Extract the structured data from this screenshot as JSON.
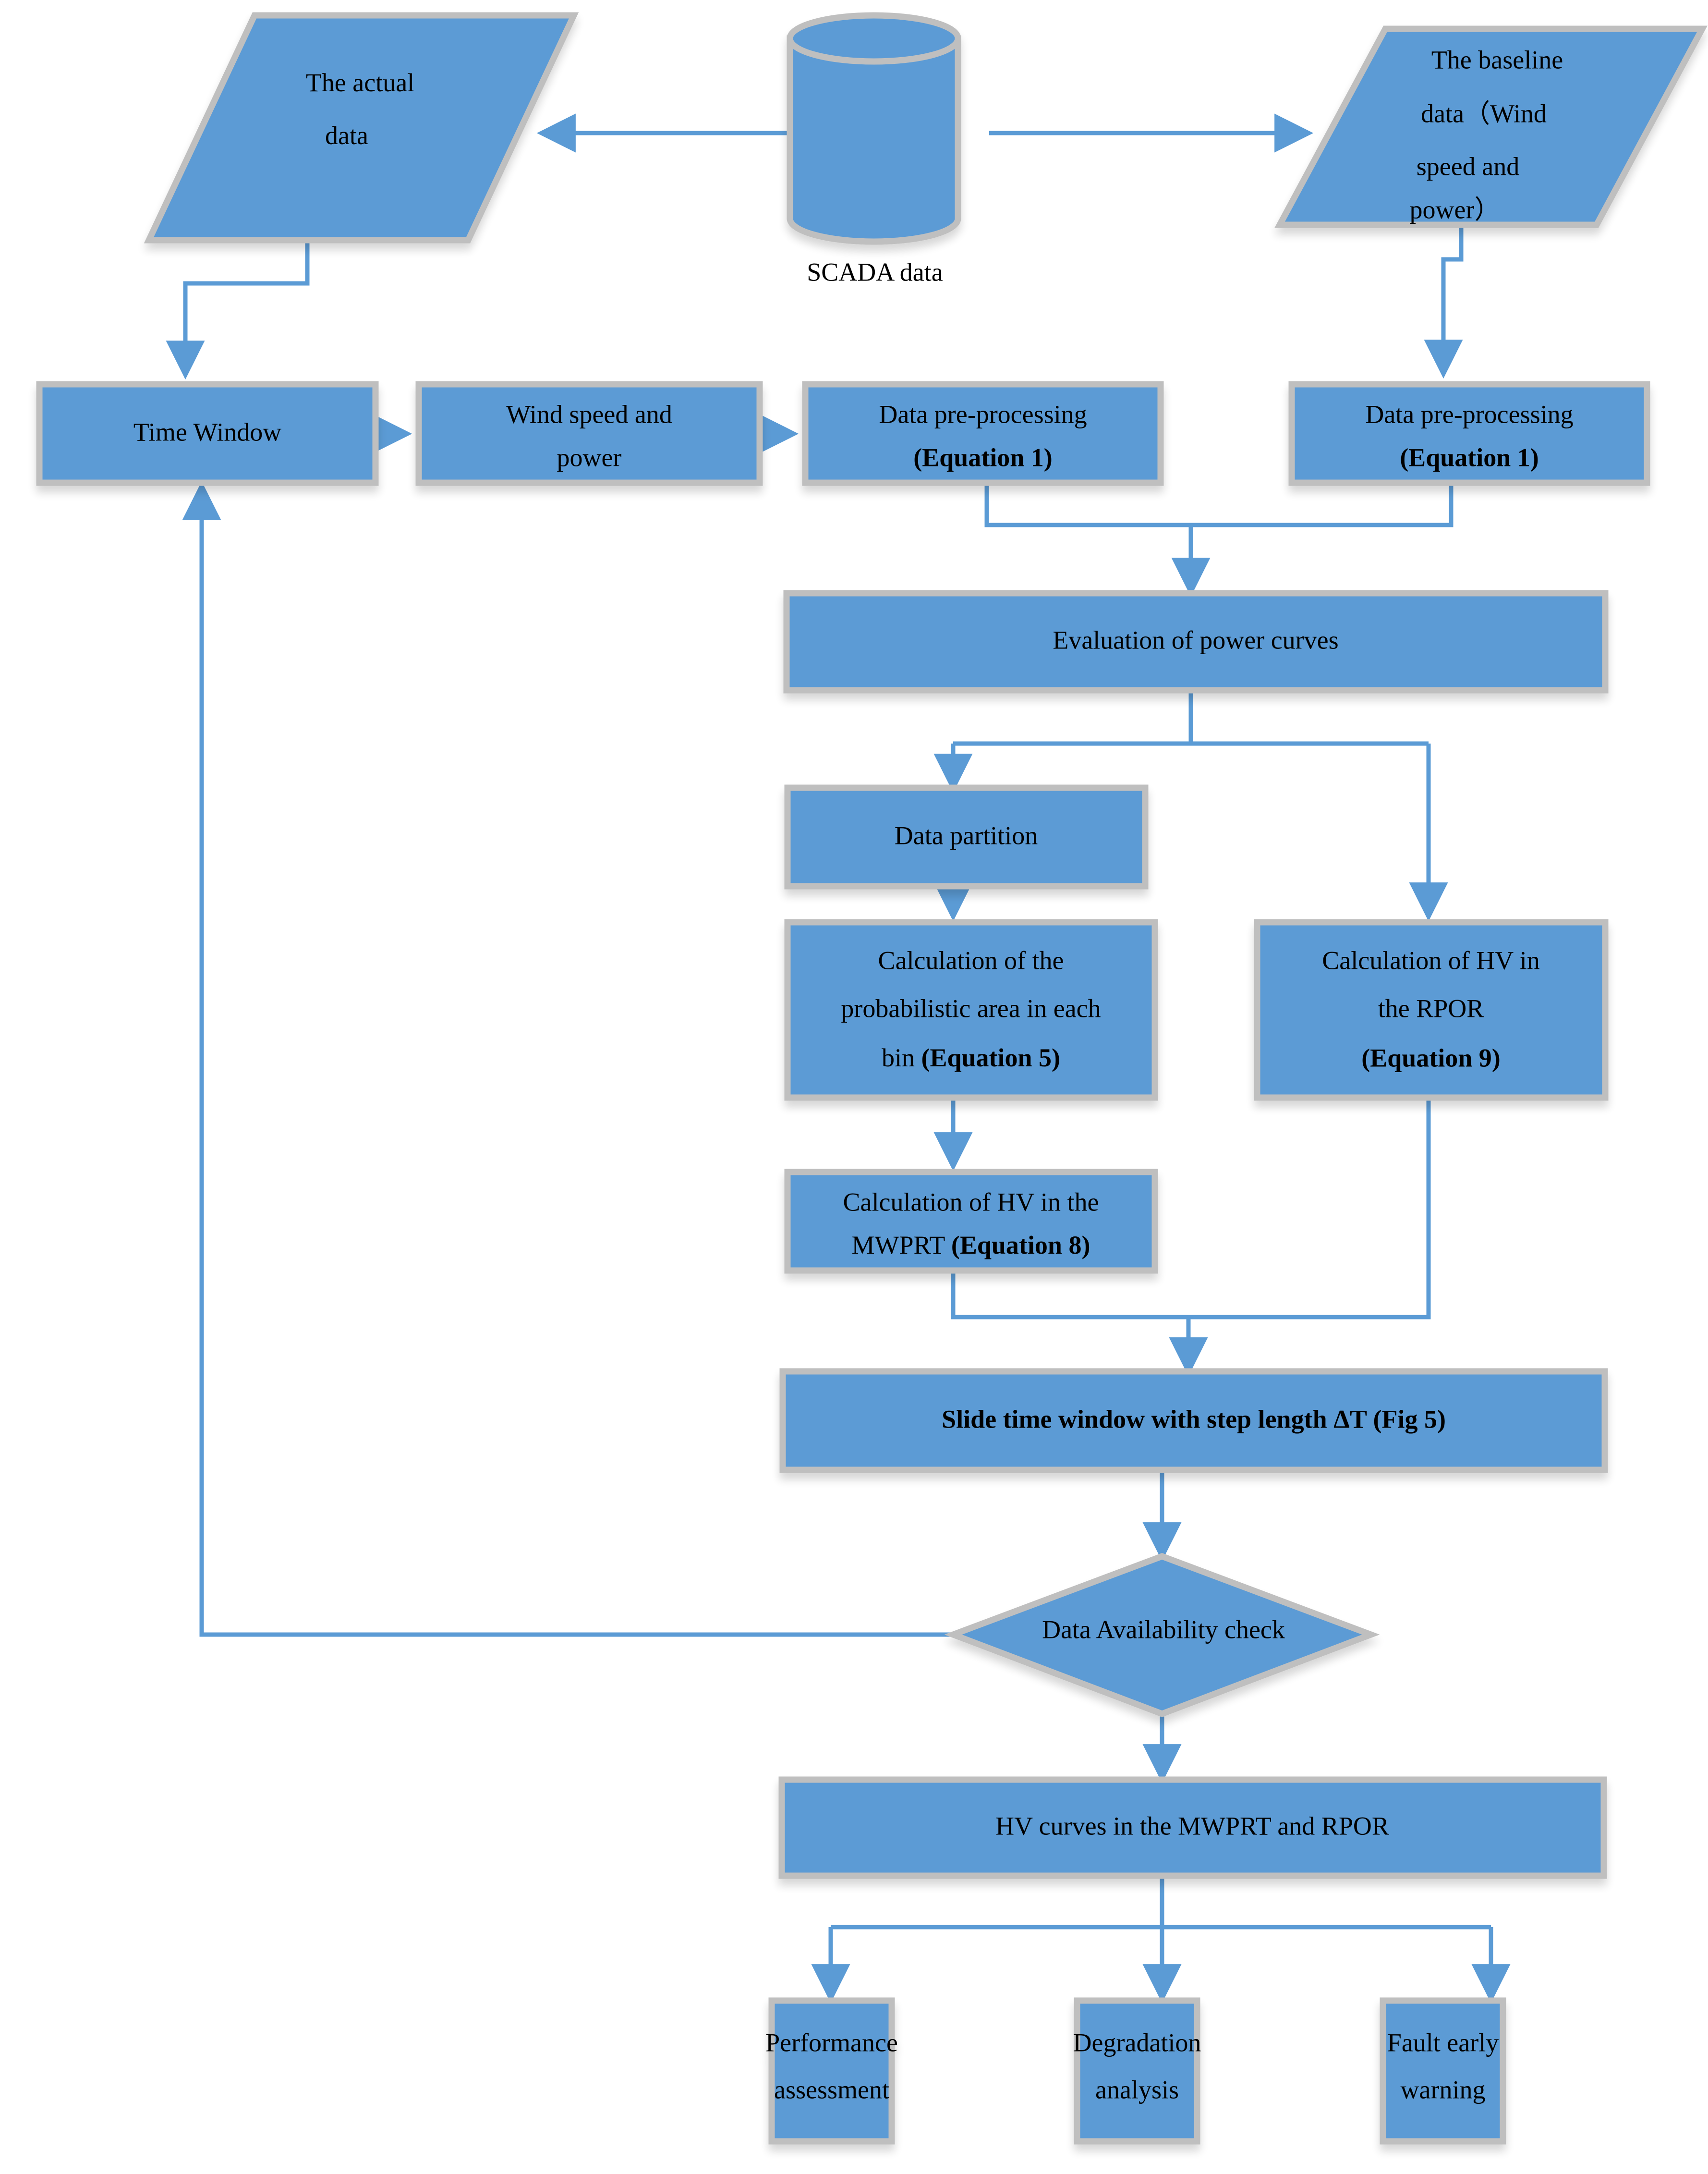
{
  "diagram": {
    "title": "Wind turbine power curve evaluation flowchart",
    "colors": {
      "node_fill": "#5B9BD5",
      "node_border": "#BFBFBF",
      "connector": "#5B9BD5",
      "text": "#000000",
      "background": "#FFFFFF"
    },
    "nodes": {
      "actual_data": {
        "label": "The actual data",
        "shape": "parallelogram"
      },
      "scada_data": {
        "label": "SCADA data",
        "shape": "cylinder"
      },
      "baseline_data": {
        "label": "The baseline data（Wind speed and power）",
        "shape": "parallelogram"
      },
      "time_window": {
        "label": "Time Window",
        "shape": "rectangle"
      },
      "wind_speed_power": {
        "label": "Wind speed and power",
        "shape": "rectangle"
      },
      "data_preprocessing_left": {
        "label_normal": "Data pre-processing",
        "label_bold": "(Equation 1)",
        "shape": "rectangle"
      },
      "data_preprocessing_right": {
        "label_normal": "Data pre-processing",
        "label_bold": "(Equation 1)",
        "shape": "rectangle"
      },
      "evaluation_power_curves": {
        "label": "Evaluation of power curves",
        "shape": "rectangle"
      },
      "data_partition": {
        "label": "Data  partition",
        "shape": "rectangle"
      },
      "calc_prob_area": {
        "label_normal_1": "Calculation of the",
        "label_normal_2": "probabilistic area in each",
        "label_normal_3": "bin ",
        "label_bold": "(Equation 5)",
        "shape": "rectangle"
      },
      "calc_hv_rpor": {
        "label_normal_1": "Calculation of HV in",
        "label_normal_2": "the RPOR",
        "label_bold": "(Equation 9)",
        "shape": "rectangle"
      },
      "calc_hv_mwprt": {
        "label_normal_1": "Calculation of HV in the",
        "label_normal_2": "MWPRT ",
        "label_bold": "(Equation 8)",
        "shape": "rectangle"
      },
      "slide_time_window": {
        "label": "Slide time window with step length ΔT (Fig 5)",
        "shape": "rectangle",
        "bold": true
      },
      "data_availability_check": {
        "label": "Data Availability check",
        "shape": "diamond"
      },
      "hv_curves": {
        "label": "HV  curves  in the MWPRT and RPOR",
        "shape": "rectangle"
      },
      "performance_assessment": {
        "label_1": "Performance",
        "label_2": "assessment",
        "shape": "rectangle"
      },
      "degradation_analysis": {
        "label_1": "Degradation",
        "label_2": "analysis",
        "shape": "rectangle"
      },
      "fault_early_warning": {
        "label_1": "Fault early",
        "label_2": "warning",
        "shape": "rectangle"
      }
    }
  }
}
